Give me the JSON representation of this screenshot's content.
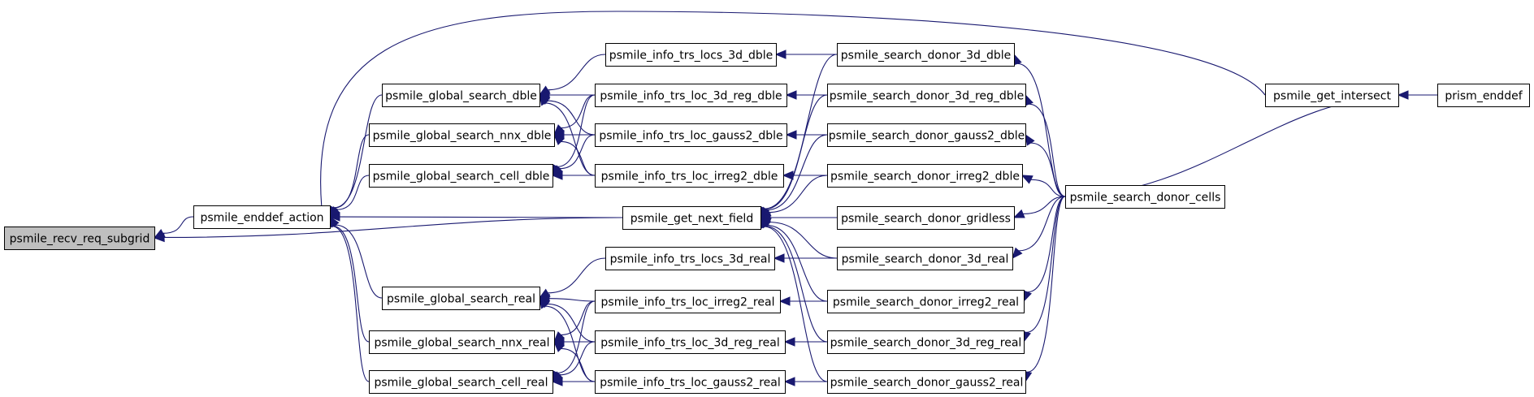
{
  "graph": {
    "root": "psmile_recv_req_subgrid",
    "nodes": [
      {
        "id": "n_recv",
        "label": "psmile_recv_req_subgrid",
        "highlighted": true
      },
      {
        "id": "n_enddef_action",
        "label": "psmile_enddef_action"
      },
      {
        "id": "n_gs_dble",
        "label": "psmile_global_search_dble"
      },
      {
        "id": "n_gs_nnx_dble",
        "label": "psmile_global_search_nnx_dble"
      },
      {
        "id": "n_gs_cell_dble",
        "label": "psmile_global_search_cell_dble"
      },
      {
        "id": "n_gs_real",
        "label": "psmile_global_search_real"
      },
      {
        "id": "n_gs_nnx_real",
        "label": "psmile_global_search_nnx_real"
      },
      {
        "id": "n_gs_cell_real",
        "label": "psmile_global_search_cell_real"
      },
      {
        "id": "n_get_next_field",
        "label": "psmile_get_next_field"
      },
      {
        "id": "n_locs_3d_dble",
        "label": "psmile_info_trs_locs_3d_dble"
      },
      {
        "id": "n_loc_3d_reg_dble",
        "label": "psmile_info_trs_loc_3d_reg_dble"
      },
      {
        "id": "n_loc_gauss2_dble",
        "label": "psmile_info_trs_loc_gauss2_dble"
      },
      {
        "id": "n_loc_irreg2_dble",
        "label": "psmile_info_trs_loc_irreg2_dble"
      },
      {
        "id": "n_locs_3d_real",
        "label": "psmile_info_trs_locs_3d_real"
      },
      {
        "id": "n_loc_irreg2_real",
        "label": "psmile_info_trs_loc_irreg2_real"
      },
      {
        "id": "n_loc_3d_reg_real",
        "label": "psmile_info_trs_loc_3d_reg_real"
      },
      {
        "id": "n_loc_gauss2_real",
        "label": "psmile_info_trs_loc_gauss2_real"
      },
      {
        "id": "n_sd_3d_dble",
        "label": "psmile_search_donor_3d_dble"
      },
      {
        "id": "n_sd_3d_reg_dble",
        "label": "psmile_search_donor_3d_reg_dble"
      },
      {
        "id": "n_sd_gauss2_dble",
        "label": "psmile_search_donor_gauss2_dble"
      },
      {
        "id": "n_sd_irreg2_dble",
        "label": "psmile_search_donor_irreg2_dble"
      },
      {
        "id": "n_sd_gridless",
        "label": "psmile_search_donor_gridless"
      },
      {
        "id": "n_sd_3d_real",
        "label": "psmile_search_donor_3d_real"
      },
      {
        "id": "n_sd_irreg2_real",
        "label": "psmile_search_donor_irreg2_real"
      },
      {
        "id": "n_sd_3d_reg_real",
        "label": "psmile_search_donor_3d_reg_real"
      },
      {
        "id": "n_sd_gauss2_real",
        "label": "psmile_search_donor_gauss2_real"
      },
      {
        "id": "n_sd_cells",
        "label": "psmile_search_donor_cells"
      },
      {
        "id": "n_get_intersect",
        "label": "psmile_get_intersect"
      },
      {
        "id": "n_prism_enddef",
        "label": "prism_enddef"
      }
    ],
    "edges": [
      {
        "from": "n_enddef_action",
        "to": "n_recv"
      },
      {
        "from": "n_get_next_field",
        "to": "n_recv"
      },
      {
        "from": "n_gs_dble",
        "to": "n_enddef_action"
      },
      {
        "from": "n_gs_nnx_dble",
        "to": "n_enddef_action"
      },
      {
        "from": "n_gs_cell_dble",
        "to": "n_enddef_action"
      },
      {
        "from": "n_get_next_field",
        "to": "n_enddef_action"
      },
      {
        "from": "n_gs_real",
        "to": "n_enddef_action"
      },
      {
        "from": "n_gs_nnx_real",
        "to": "n_enddef_action"
      },
      {
        "from": "n_gs_cell_real",
        "to": "n_enddef_action"
      },
      {
        "from": "n_get_intersect",
        "to": "n_enddef_action"
      },
      {
        "from": "n_locs_3d_dble",
        "to": "n_gs_dble"
      },
      {
        "from": "n_loc_3d_reg_dble",
        "to": "n_gs_dble"
      },
      {
        "from": "n_loc_gauss2_dble",
        "to": "n_gs_dble"
      },
      {
        "from": "n_loc_irreg2_dble",
        "to": "n_gs_dble"
      },
      {
        "from": "n_loc_3d_reg_dble",
        "to": "n_gs_nnx_dble"
      },
      {
        "from": "n_loc_gauss2_dble",
        "to": "n_gs_nnx_dble"
      },
      {
        "from": "n_loc_irreg2_dble",
        "to": "n_gs_nnx_dble"
      },
      {
        "from": "n_loc_3d_reg_dble",
        "to": "n_gs_cell_dble"
      },
      {
        "from": "n_loc_gauss2_dble",
        "to": "n_gs_cell_dble"
      },
      {
        "from": "n_loc_irreg2_dble",
        "to": "n_gs_cell_dble"
      },
      {
        "from": "n_locs_3d_real",
        "to": "n_gs_real"
      },
      {
        "from": "n_loc_irreg2_real",
        "to": "n_gs_real"
      },
      {
        "from": "n_loc_3d_reg_real",
        "to": "n_gs_real"
      },
      {
        "from": "n_loc_gauss2_real",
        "to": "n_gs_real"
      },
      {
        "from": "n_loc_irreg2_real",
        "to": "n_gs_nnx_real"
      },
      {
        "from": "n_loc_3d_reg_real",
        "to": "n_gs_nnx_real"
      },
      {
        "from": "n_loc_gauss2_real",
        "to": "n_gs_nnx_real"
      },
      {
        "from": "n_loc_irreg2_real",
        "to": "n_gs_cell_real"
      },
      {
        "from": "n_loc_3d_reg_real",
        "to": "n_gs_cell_real"
      },
      {
        "from": "n_loc_gauss2_real",
        "to": "n_gs_cell_real"
      },
      {
        "from": "n_sd_3d_dble",
        "to": "n_locs_3d_dble"
      },
      {
        "from": "n_sd_3d_reg_dble",
        "to": "n_loc_3d_reg_dble"
      },
      {
        "from": "n_sd_gauss2_dble",
        "to": "n_loc_gauss2_dble"
      },
      {
        "from": "n_sd_irreg2_dble",
        "to": "n_loc_irreg2_dble"
      },
      {
        "from": "n_sd_3d_real",
        "to": "n_locs_3d_real"
      },
      {
        "from": "n_sd_irreg2_real",
        "to": "n_loc_irreg2_real"
      },
      {
        "from": "n_sd_3d_reg_real",
        "to": "n_loc_3d_reg_real"
      },
      {
        "from": "n_sd_gauss2_real",
        "to": "n_loc_gauss2_real"
      },
      {
        "from": "n_sd_3d_dble",
        "to": "n_get_next_field"
      },
      {
        "from": "n_sd_3d_reg_dble",
        "to": "n_get_next_field"
      },
      {
        "from": "n_sd_gauss2_dble",
        "to": "n_get_next_field"
      },
      {
        "from": "n_sd_irreg2_dble",
        "to": "n_get_next_field"
      },
      {
        "from": "n_sd_gridless",
        "to": "n_get_next_field"
      },
      {
        "from": "n_sd_3d_real",
        "to": "n_get_next_field"
      },
      {
        "from": "n_sd_irreg2_real",
        "to": "n_get_next_field"
      },
      {
        "from": "n_sd_3d_reg_real",
        "to": "n_get_next_field"
      },
      {
        "from": "n_sd_gauss2_real",
        "to": "n_get_next_field"
      },
      {
        "from": "n_sd_cells",
        "to": "n_sd_3d_dble"
      },
      {
        "from": "n_sd_cells",
        "to": "n_sd_3d_reg_dble"
      },
      {
        "from": "n_sd_cells",
        "to": "n_sd_gauss2_dble"
      },
      {
        "from": "n_sd_cells",
        "to": "n_sd_irreg2_dble"
      },
      {
        "from": "n_sd_cells",
        "to": "n_sd_gridless"
      },
      {
        "from": "n_sd_cells",
        "to": "n_sd_3d_real"
      },
      {
        "from": "n_sd_cells",
        "to": "n_sd_irreg2_real"
      },
      {
        "from": "n_sd_cells",
        "to": "n_sd_3d_reg_real"
      },
      {
        "from": "n_sd_cells",
        "to": "n_sd_gauss2_real"
      },
      {
        "from": "n_sd_cells",
        "to": "n_get_intersect"
      },
      {
        "from": "n_prism_enddef",
        "to": "n_get_intersect"
      }
    ]
  },
  "colors": {
    "edge": "#191970",
    "node_border": "#000000",
    "node_fill": "#ffffff",
    "root_fill": "#bfbfbf",
    "text": "#000000"
  }
}
